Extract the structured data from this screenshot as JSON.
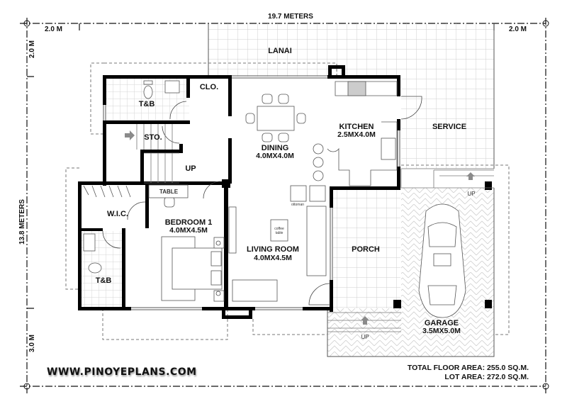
{
  "dimensions": {
    "total_width": "19.7 METERS",
    "total_depth": "13.8 METERS",
    "setback_left": "2.0 M",
    "setback_right": "2.0 M",
    "setback_rear": "2.0 M",
    "setback_front": "3.0 M"
  },
  "rooms": {
    "lanai": "LANAI",
    "closet": "CLO.",
    "tb_upper": "T&B",
    "storage": "STO.",
    "stairs_up": "UP",
    "dining": {
      "name": "DINING",
      "size": "4.0MX4.0M"
    },
    "kitchen": {
      "name": "KITCHEN",
      "size": "2.5MX4.0M"
    },
    "service": "SERVICE",
    "service_up": "UP",
    "table": "TABLE",
    "wic": "W.I.C.",
    "bedroom1": {
      "name": "BEDROOM 1",
      "size": "4.0MX4.5M"
    },
    "tb_lower": "T&B",
    "living": {
      "name": "LIVING ROOM",
      "size": "4.0MX4.5M"
    },
    "coffee_table": [
      "coffee",
      "table"
    ],
    "ottoman": "ottoman",
    "porch": "PORCH",
    "porch_up": "UP",
    "garage": {
      "name": "GARAGE",
      "size": "3.5MX5.0M"
    }
  },
  "footer": {
    "website": "WWW.PINOYEPLANS.COM",
    "total_floor_area": "TOTAL FLOOR AREA: 255.0 SQ.M.",
    "lot_area": "LOT AREA: 272.0 SQ.M."
  },
  "colors": {
    "walls": "#000000",
    "tile_lines": "#cfcfcf",
    "arrow": "#8a8a8a"
  }
}
